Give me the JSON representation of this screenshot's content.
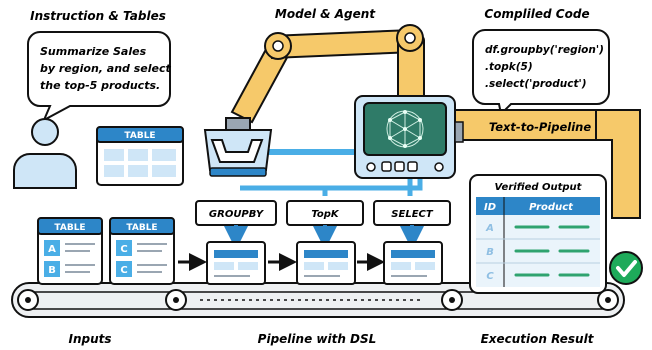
{
  "headings": {
    "instruction": "Instruction & Tables",
    "model": "Model & Agent",
    "compiled": "Compliled Code",
    "inputs": "Inputs",
    "pipeline": "Pipeline with DSL",
    "execution": "Execution Result"
  },
  "instruction_bubble": {
    "line1": "Summarize Sales",
    "line2": "by region, and select",
    "line3": "the top-5 products."
  },
  "code_bubble": {
    "line1": "df.groupby('region')",
    "line2": ".topk(5)",
    "line3": ".select('product')"
  },
  "table_header": "TABLE",
  "input_rows": {
    "table1": [
      "A",
      "B"
    ],
    "table2": [
      "C",
      "C"
    ]
  },
  "arm_label": "Text-to-Pipeline",
  "operators": [
    "GROUPBY",
    "TopK",
    "SELECT"
  ],
  "output": {
    "title": "Verified Output",
    "columns": [
      "ID",
      "Product"
    ],
    "rows": [
      "A",
      "B",
      "C"
    ]
  },
  "colors": {
    "arm": "#f6c96a",
    "blue": "#2d86c8",
    "light_blue": "#cfe6f7",
    "robot_screen": "#2f7b68",
    "check": "#1eaa5a"
  },
  "icons": [
    "person-icon",
    "robot-gripper-icon",
    "robot-head-icon",
    "check-icon",
    "arrow-icon"
  ]
}
